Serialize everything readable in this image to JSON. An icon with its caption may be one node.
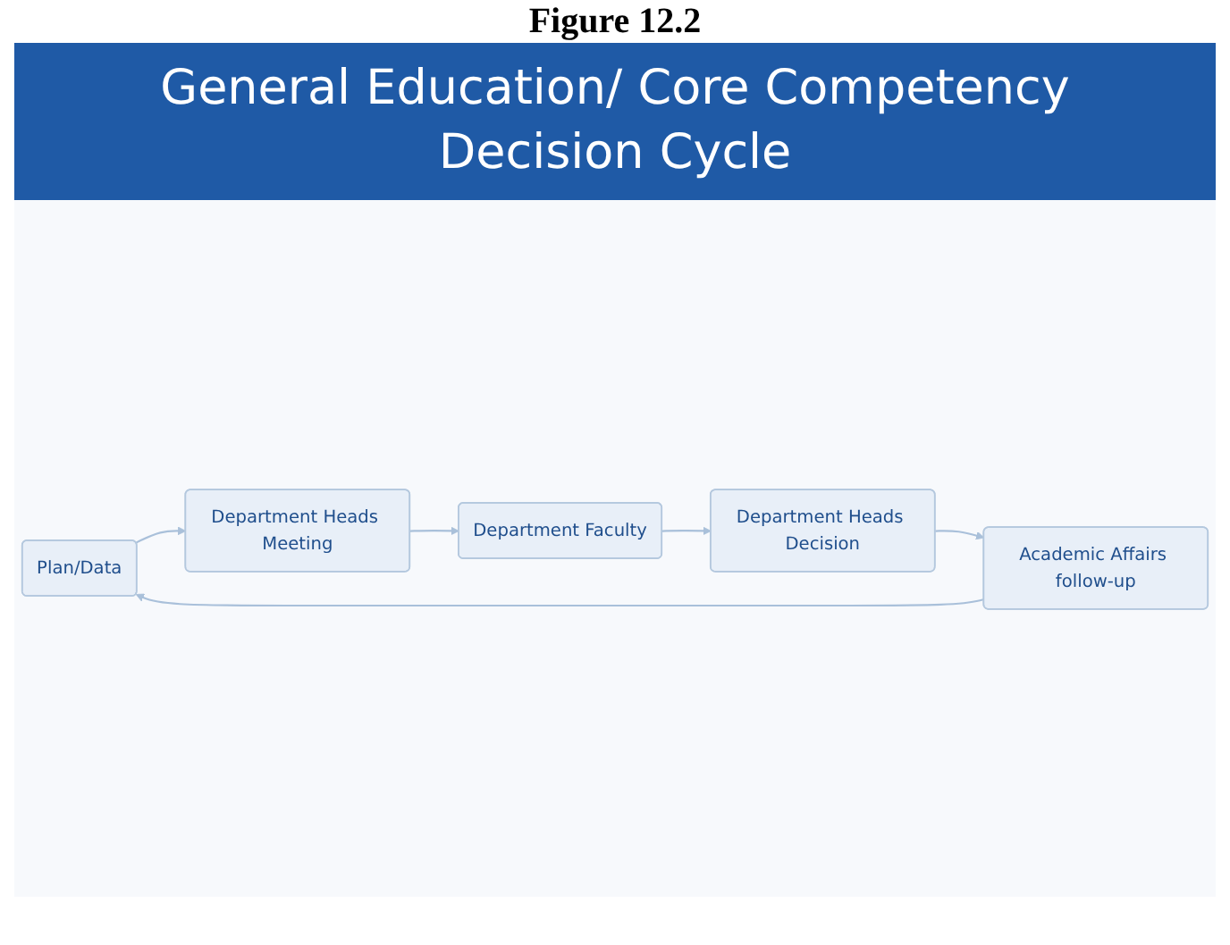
{
  "diagram": {
    "title": "General Education/ Core Competency Decision Cycle",
    "caption": "Figure 12.2",
    "nodes": [
      {
        "text": [
          "Plan/Data"
        ]
      },
      {
        "text": [
          "Department Heads Meeting"
        ]
      },
      {
        "text": [
          "Department Faculty"
        ]
      },
      {
        "text": [
          "Department Heads Decision"
        ]
      },
      {
        "text": [
          "Academic Affairs follow-up"
        ]
      }
    ],
    "edges": [
      {
        "from": 0,
        "to": 1,
        "arrow": "to"
      },
      {
        "from": 1,
        "to": 2,
        "arrow": "to"
      },
      {
        "from": 2,
        "to": 3,
        "arrow": "to"
      },
      {
        "from": 3,
        "to": 4,
        "arrow": "to"
      },
      {
        "from": 4,
        "to": 0,
        "arrow": "to"
      }
    ]
  }
}
